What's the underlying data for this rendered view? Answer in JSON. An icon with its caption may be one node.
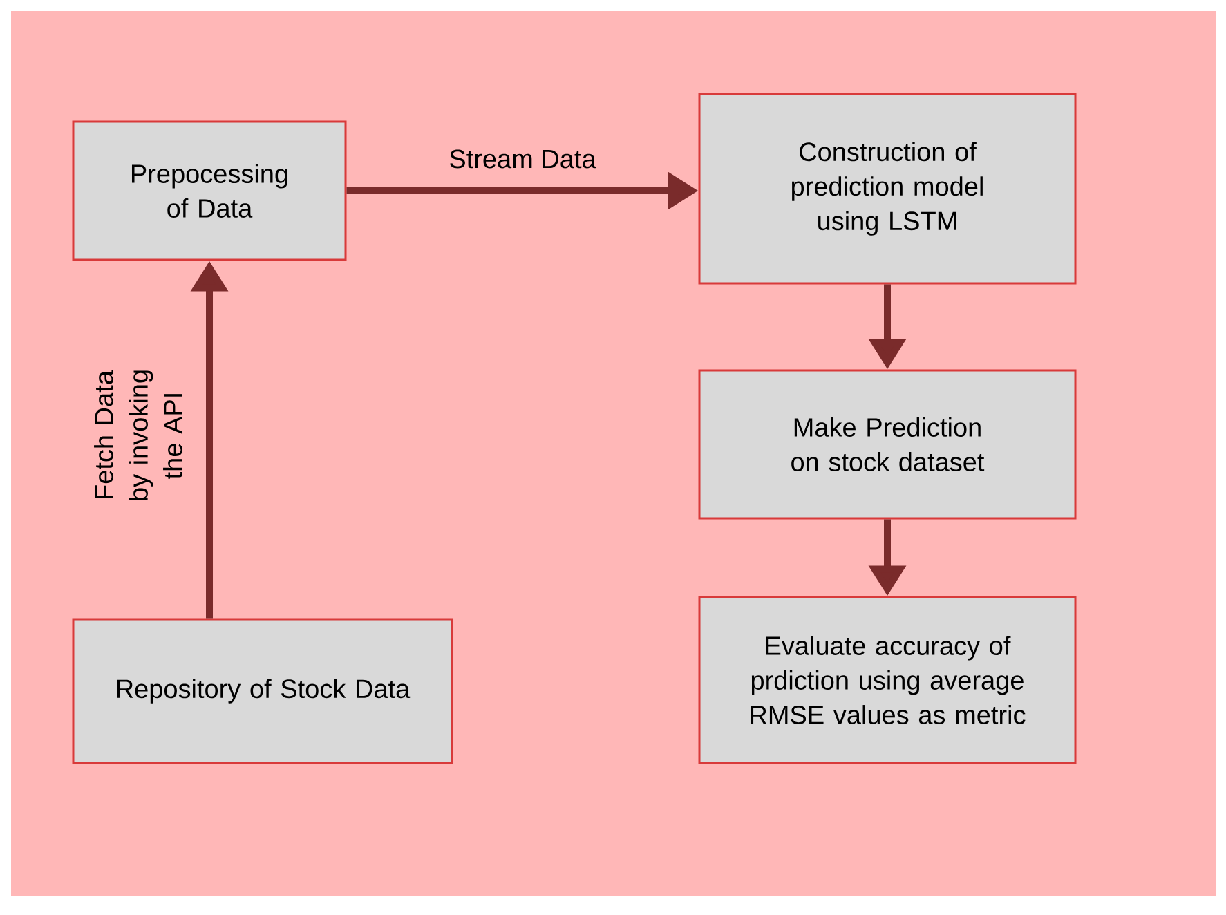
{
  "diagram": {
    "nodes": [
      {
        "text": [
          "Prepocessing of Data"
        ]
      },
      {
        "text": [
          "Construction of prediction model using LSTM"
        ]
      },
      {
        "text": [
          "Make Prediction on stock dataset"
        ]
      },
      {
        "text": [
          "Evaluate accuracy of prdiction using average RMSE values as metric"
        ]
      },
      {
        "text": [
          "Repository of Stock Data"
        ]
      }
    ],
    "edges": [
      {
        "from": 4,
        "to": 0,
        "arrow": "to",
        "label": "Fetch Data by invoking the API"
      },
      {
        "from": 0,
        "to": 1,
        "arrow": "to",
        "label": "Stream Data"
      },
      {
        "from": 1,
        "to": 2,
        "arrow": "to"
      },
      {
        "from": 2,
        "to": 3,
        "arrow": "to"
      }
    ]
  }
}
